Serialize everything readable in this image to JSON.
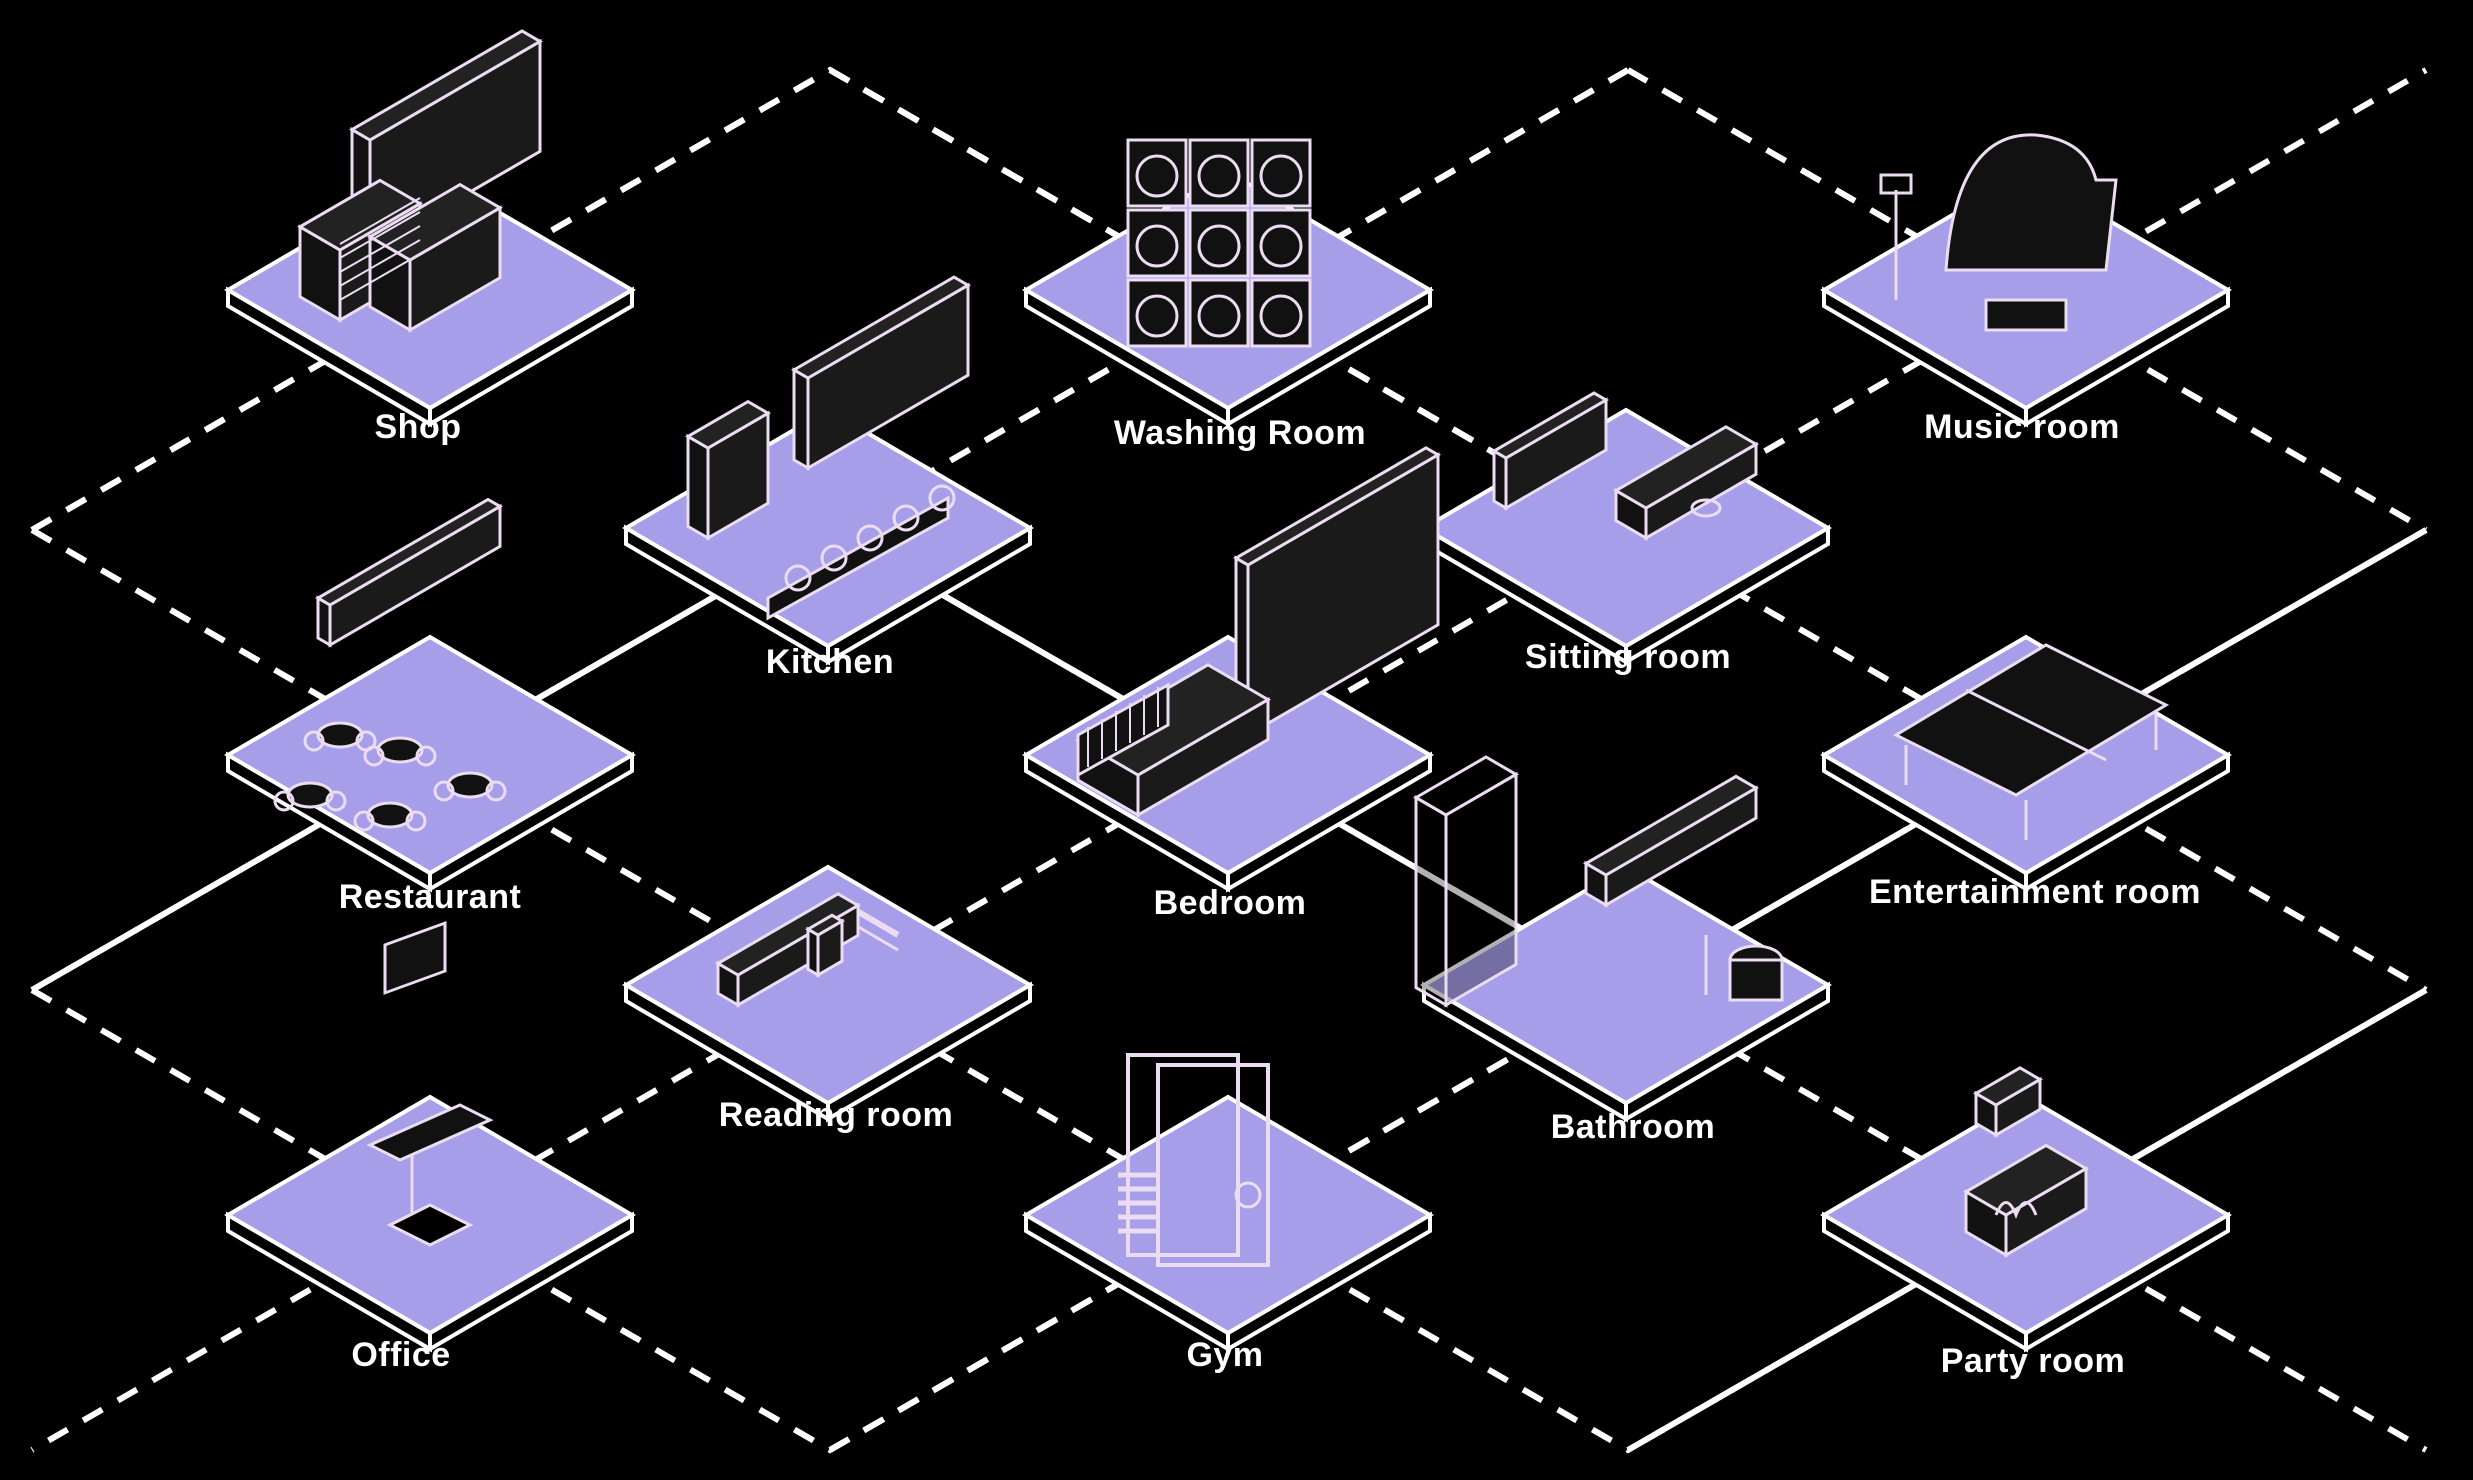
{
  "colors": {
    "background": "#000000",
    "tile_top": "#a69ee8",
    "tile_edge": "#ffffff",
    "furniture": "#ecdcf2",
    "dashed_line": "#ffffff"
  },
  "rooms": [
    {
      "id": "shop",
      "label": "Shop",
      "furniture_icon": "shelving-icon"
    },
    {
      "id": "washing-room",
      "label": "Washing Room",
      "furniture_icon": "washing-machines-icon"
    },
    {
      "id": "music-room",
      "label": "Music room",
      "furniture_icon": "grand-piano-icon"
    },
    {
      "id": "kitchen",
      "label": "Kitchen",
      "furniture_icon": "kitchen-counter-icon"
    },
    {
      "id": "sitting-room",
      "label": "Sitting room",
      "furniture_icon": "sofa-tv-icon"
    },
    {
      "id": "restaurant",
      "label": "Restaurant",
      "furniture_icon": "dining-tables-icon"
    },
    {
      "id": "bedroom",
      "label": "Bedroom",
      "furniture_icon": "bed-wardrobe-icon"
    },
    {
      "id": "entertainment-room",
      "label": "Entertainment room",
      "furniture_icon": "ping-pong-table-icon"
    },
    {
      "id": "reading-room",
      "label": "Reading room",
      "furniture_icon": "reading-desk-icon"
    },
    {
      "id": "bathroom",
      "label": "Bathroom",
      "furniture_icon": "shower-toilet-icon"
    },
    {
      "id": "office",
      "label": "Office",
      "furniture_icon": "computer-desk-icon"
    },
    {
      "id": "gym",
      "label": "Gym",
      "furniture_icon": "power-rack-icon"
    },
    {
      "id": "party-room",
      "label": "Party room",
      "furniture_icon": "fireplace-icon"
    }
  ]
}
